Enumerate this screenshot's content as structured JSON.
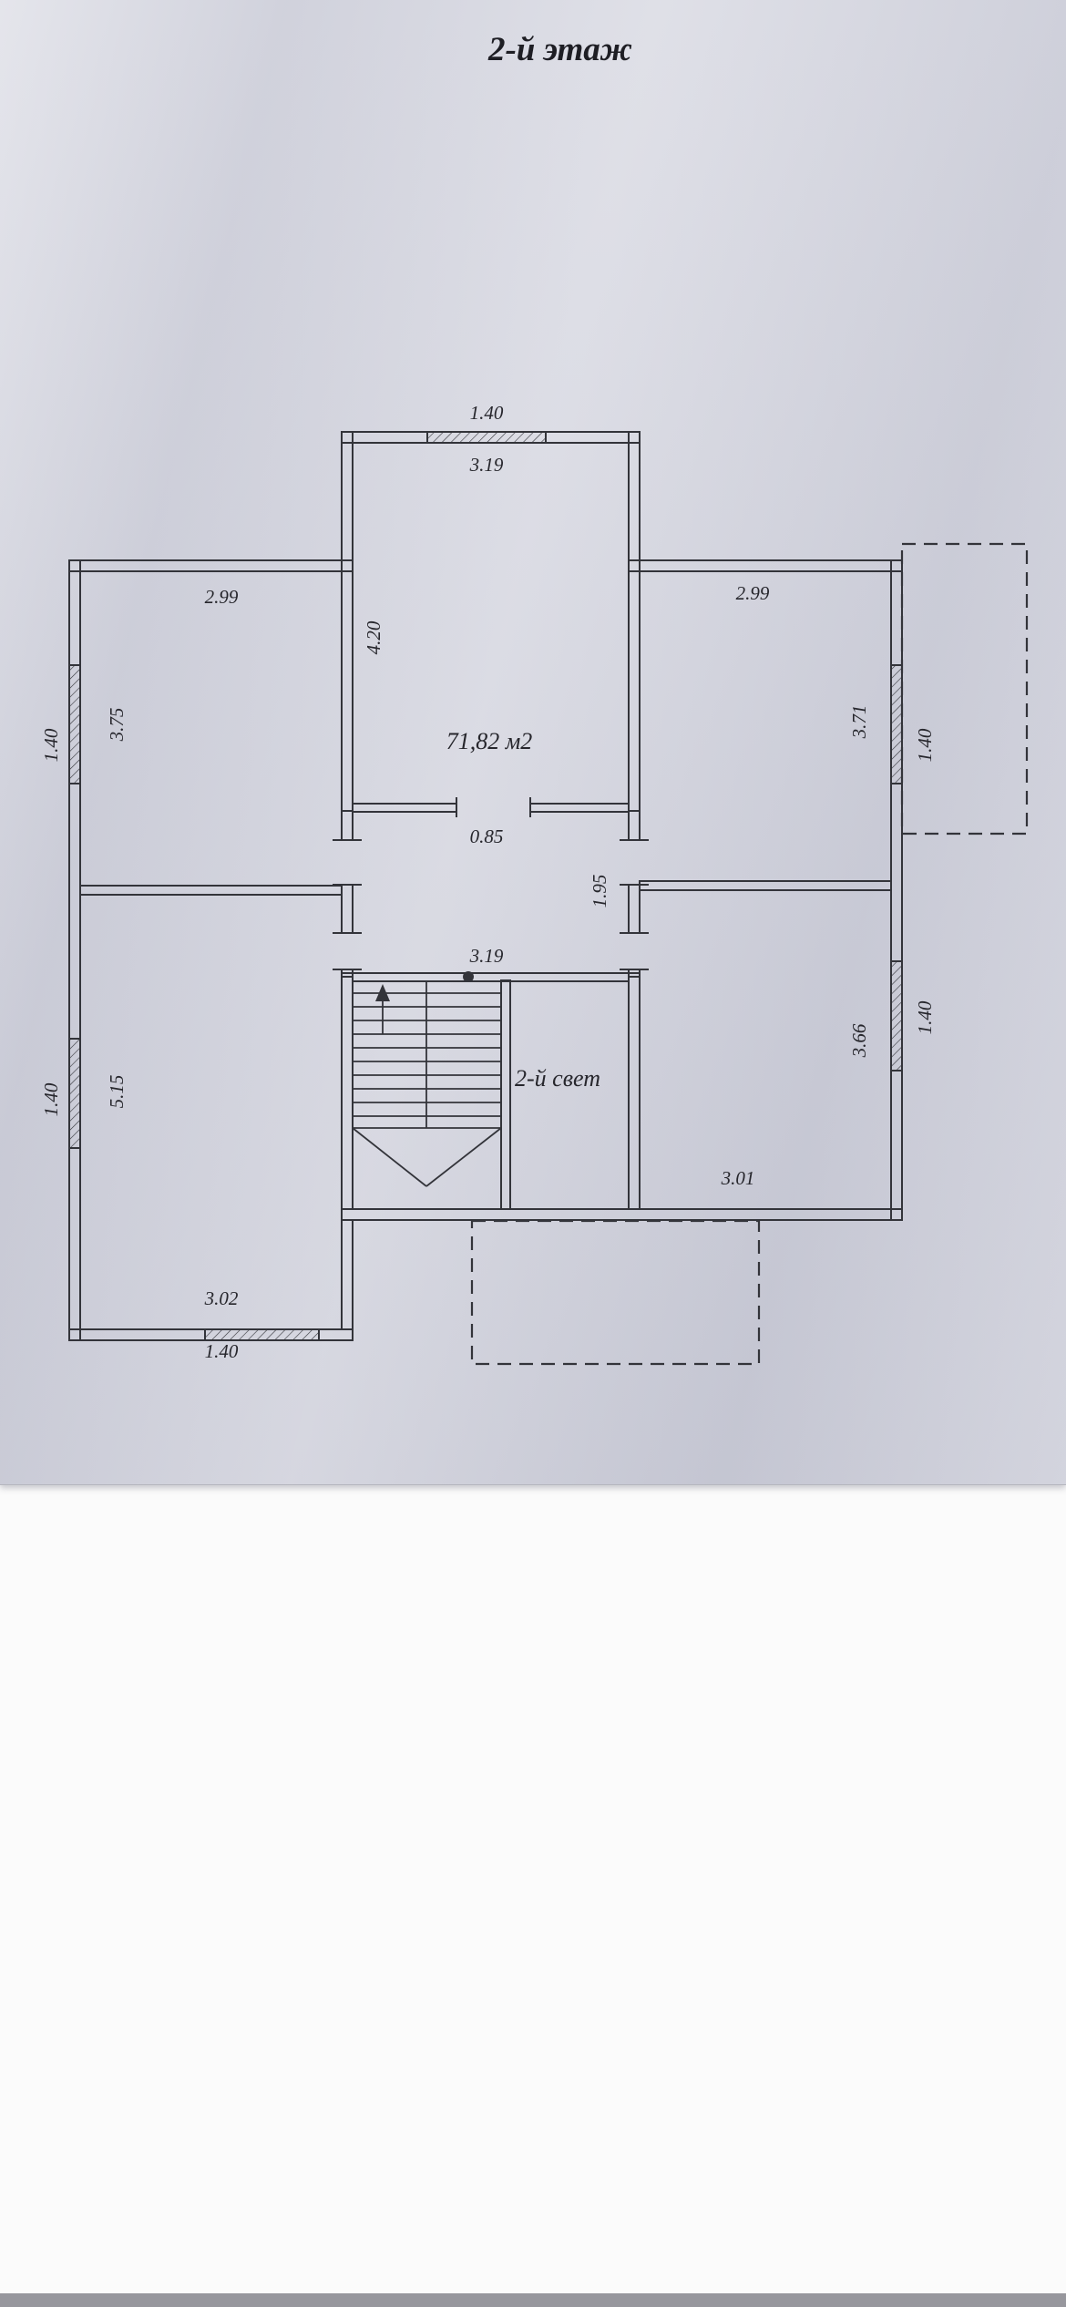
{
  "drawing": {
    "title": "2-й этаж",
    "area_label": "71,82 м2",
    "second_light_label": "2-й свет",
    "colors": {
      "line": "#33343a",
      "paper": "#d5d6e0",
      "paper_edge": "#b6b7bf",
      "background_white": "#fbfbfb",
      "bottom_bar": "#97979d"
    },
    "labels": {
      "win_top": "1.40",
      "room_top_w": "3.19",
      "room_top_h": "4.20",
      "room_tl_w": "2.99",
      "room_tr_w": "2.99",
      "room_tl_h": "3.75",
      "win_left_top": "1.40",
      "room_tr_h": "3.71",
      "win_right_top": "1.40",
      "door_w": "0.85",
      "opening_h": "1.95",
      "hall_w": "3.19",
      "room_bl_h": "5.15",
      "win_left_bottom": "1.40",
      "room_br_h": "3.66",
      "win_right_bottom": "1.40",
      "room_br_w": "3.01",
      "room_bl_w": "3.02",
      "win_bottom": "1.40"
    }
  }
}
